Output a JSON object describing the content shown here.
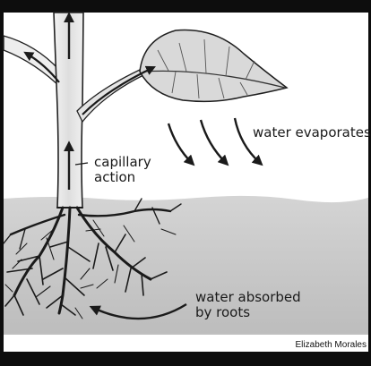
{
  "labels": {
    "evaporation": "water evaporates",
    "capillary_line1": "capillary",
    "capillary_line2": "action",
    "absorbed_line1": "water absorbed",
    "absorbed_line2": "by roots"
  },
  "credit": "Elizabeth Morales",
  "colors": {
    "frame": "#0d0d0d",
    "soil": "#cfcfcf",
    "soil_dark": "#b8b8b8",
    "stem": "#e6e6e6",
    "leaf": "#d9d9d9",
    "ink": "#1a1a1a"
  },
  "icons": [
    "up-arrow-icon",
    "curved-arrow-icon",
    "leaf-icon",
    "roots-icon"
  ]
}
